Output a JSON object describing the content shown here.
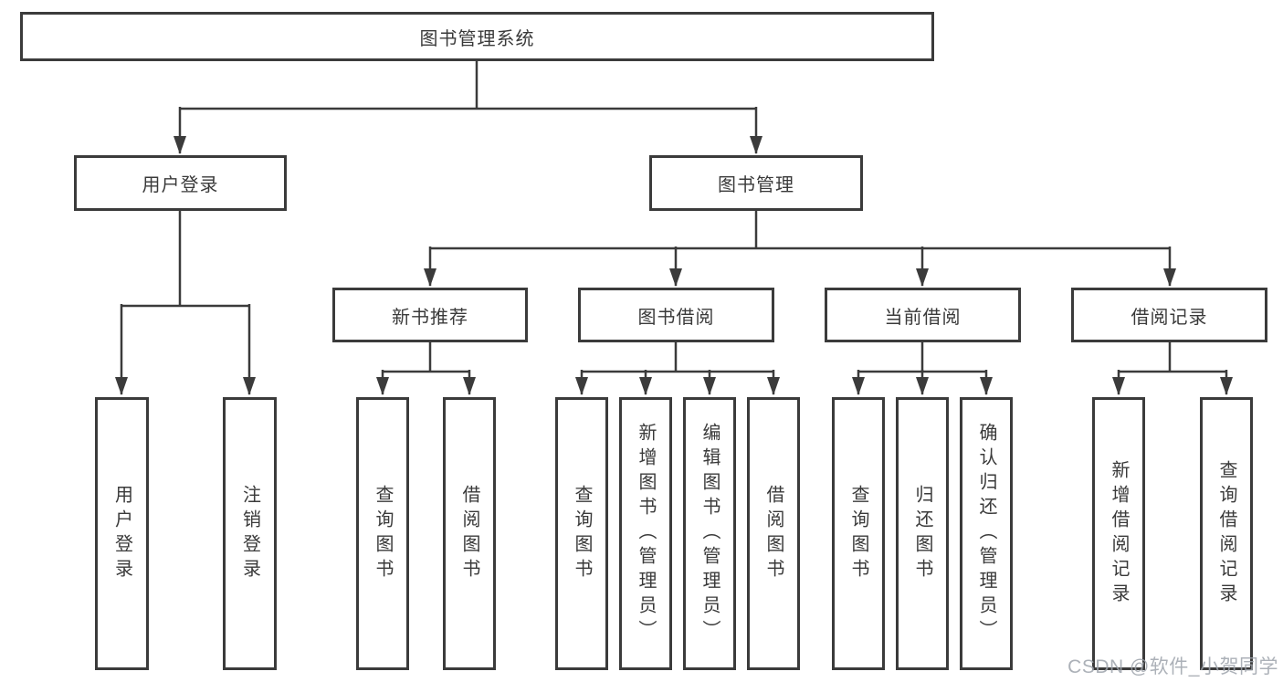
{
  "page": {
    "watermark": "CSDN @软件_小贺同学",
    "colors": {
      "line": "#3b3b3b",
      "box_border": "#3b3b3b",
      "text": "#3a3a3a",
      "background": "#ffffff",
      "watermark": "#9ea3ab"
    }
  },
  "tree": {
    "label": "图书管理系统",
    "children": [
      {
        "label": "用户登录",
        "children": [
          {
            "label": "用户登录"
          },
          {
            "label": "注销登录"
          }
        ]
      },
      {
        "label": "图书管理",
        "children": [
          {
            "label": "新书推荐",
            "children": [
              {
                "label": "查询图书"
              },
              {
                "label": "借阅图书"
              }
            ]
          },
          {
            "label": "图书借阅",
            "children": [
              {
                "label": "查询图书"
              },
              {
                "label": "新增图书（管理员）"
              },
              {
                "label": "编辑图书（管理员）"
              },
              {
                "label": "借阅图书"
              }
            ]
          },
          {
            "label": "当前借阅",
            "children": [
              {
                "label": "查询图书"
              },
              {
                "label": "归还图书"
              },
              {
                "label": "确认归还（管理员）"
              }
            ]
          },
          {
            "label": "借阅记录",
            "children": [
              {
                "label": "新增借阅记录"
              },
              {
                "label": "查询借阅记录"
              }
            ]
          }
        ]
      }
    ]
  }
}
